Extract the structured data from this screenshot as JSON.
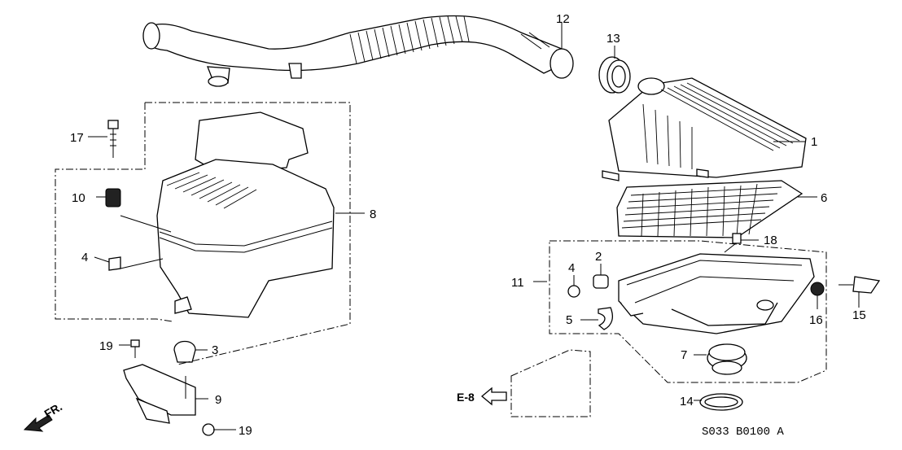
{
  "callouts": {
    "p1": "1",
    "p2": "2",
    "p3": "3",
    "p4a": "4",
    "p4b": "4",
    "p5": "5",
    "p6": "6",
    "p7": "7",
    "p8": "8",
    "p9": "9",
    "p10": "10",
    "p11": "11",
    "p12": "12",
    "p13": "13",
    "p14": "14",
    "p15": "15",
    "p16": "16",
    "p17": "17",
    "p18": "18",
    "p19a": "19",
    "p19b": "19"
  },
  "reference": {
    "label": "E-8"
  },
  "direction": {
    "label": "FR."
  },
  "diagram_code": "S033 B0100 A"
}
